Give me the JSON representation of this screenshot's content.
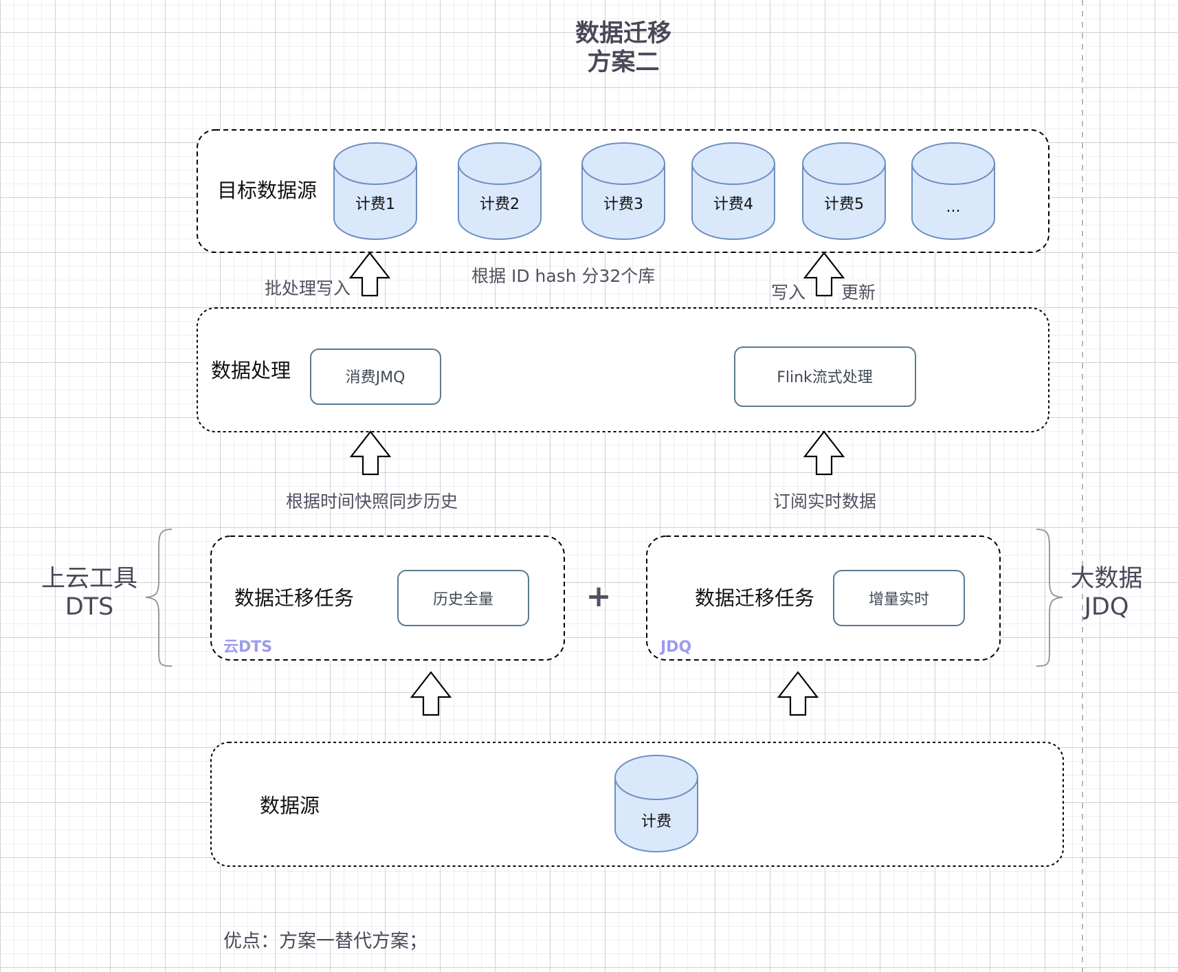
{
  "title": {
    "line1": "数据迁移",
    "line2": "方案二"
  },
  "colors": {
    "db_fill": "#dae8fc",
    "db_stroke": "#6c8ebf",
    "process_stroke": "#5a7a90",
    "tag_color": "#9b9bf0",
    "text_dark": "#484858"
  },
  "target_group": {
    "label": "目标数据源",
    "databases": [
      {
        "label": "计费1",
        "icon": "database-cylinder-icon"
      },
      {
        "label": "计费2",
        "icon": "database-cylinder-icon"
      },
      {
        "label": "计费3",
        "icon": "database-cylinder-icon"
      },
      {
        "label": "计费4",
        "icon": "database-cylinder-icon"
      },
      {
        "label": "计费5",
        "icon": "database-cylinder-icon"
      },
      {
        "label": "...",
        "icon": "database-cylinder-icon"
      }
    ]
  },
  "annotations": {
    "batch_write": "批处理写入",
    "hash_sharding": "根据 ID hash 分32个库",
    "write": "写入",
    "update": "更新",
    "snapshot_sync": "根据时间快照同步历史",
    "subscribe_realtime": "订阅实时数据"
  },
  "processing_group": {
    "label": "数据处理",
    "processes": [
      {
        "label": "消费JMQ"
      },
      {
        "label": "Flink流式处理"
      }
    ]
  },
  "migration_tasks": [
    {
      "label": "数据迁移任务",
      "process": "历史全量",
      "tag": "云DTS"
    },
    {
      "label": "数据迁移任务",
      "process": "增量实时",
      "tag": "JDQ"
    }
  ],
  "plus_symbol": "+",
  "side_labels": {
    "left": {
      "line1": "上云工具",
      "line2": "DTS"
    },
    "right": {
      "line1": "大数据",
      "line2": "JDQ"
    }
  },
  "source_group": {
    "label": "数据源",
    "database": {
      "label": "计费",
      "icon": "database-cylinder-icon"
    }
  },
  "footer": "优点：方案一替代方案；"
}
